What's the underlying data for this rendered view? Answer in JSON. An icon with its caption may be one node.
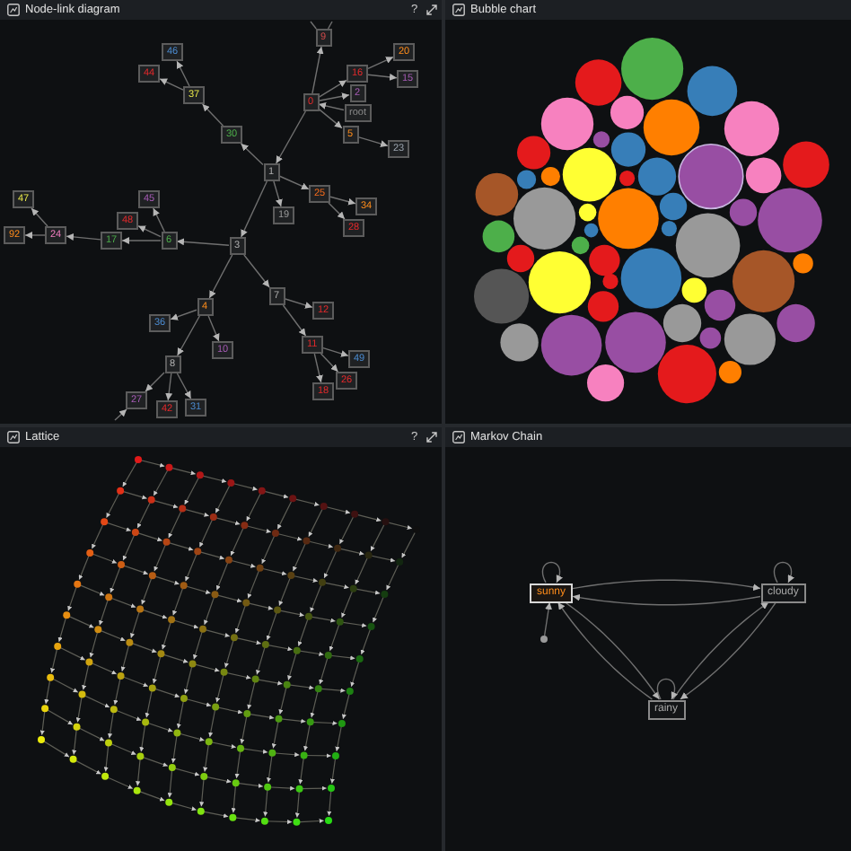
{
  "diagram": {
    "nodes": [
      {
        "text": [
          "Node-link diagram"
        ]
      },
      {
        "text": [
          "9"
        ],
        "in": 0
      },
      {
        "text": [
          "46"
        ],
        "in": 0
      },
      {
        "text": [
          "20"
        ],
        "in": 0
      },
      {
        "text": [
          "44"
        ],
        "in": 0
      },
      {
        "text": [
          "16"
        ],
        "in": 0
      },
      {
        "text": [
          "15"
        ],
        "in": 0
      },
      {
        "text": [
          "2"
        ],
        "in": 0
      },
      {
        "text": [
          "37"
        ],
        "in": 0
      },
      {
        "text": [
          "0"
        ],
        "in": 0
      },
      {
        "text": [
          "root"
        ],
        "in": 0
      },
      {
        "text": [
          "30"
        ],
        "in": 0
      },
      {
        "text": [
          "5"
        ],
        "in": 0
      },
      {
        "text": [
          "23"
        ],
        "in": 0
      },
      {
        "text": [
          "1"
        ],
        "in": 0
      },
      {
        "text": [
          "25"
        ],
        "in": 0
      },
      {
        "text": [
          "47"
        ],
        "in": 0
      },
      {
        "text": [
          "45"
        ],
        "in": 0
      },
      {
        "text": [
          "34"
        ],
        "in": 0
      },
      {
        "text": [
          "19"
        ],
        "in": 0
      },
      {
        "text": [
          "48"
        ],
        "in": 0
      },
      {
        "text": [
          "28"
        ],
        "in": 0
      },
      {
        "text": [
          "92"
        ],
        "in": 0
      },
      {
        "text": [
          "24"
        ],
        "in": 0
      },
      {
        "text": [
          "17"
        ],
        "in": 0
      },
      {
        "text": [
          "6"
        ],
        "in": 0
      },
      {
        "text": [
          "3"
        ],
        "in": 0
      },
      {
        "text": [
          "7"
        ],
        "in": 0
      },
      {
        "text": [
          "4"
        ],
        "in": 0
      },
      {
        "text": [
          "12"
        ],
        "in": 0
      },
      {
        "text": [
          "36"
        ],
        "in": 0
      },
      {
        "text": [
          "11"
        ],
        "in": 0
      },
      {
        "text": [
          "10"
        ],
        "in": 0
      },
      {
        "text": [
          "49"
        ],
        "in": 0
      },
      {
        "text": [
          "8"
        ],
        "in": 0
      },
      {
        "text": [
          "26"
        ],
        "in": 0
      },
      {
        "text": [
          "18"
        ],
        "in": 0
      },
      {
        "text": [
          "27"
        ],
        "in": 0
      },
      {
        "text": [
          "31"
        ],
        "in": 0
      },
      {
        "text": [
          "42"
        ],
        "in": 0
      },
      {
        "text": [
          "Bubble chart"
        ]
      },
      {
        "text": [
          "Lattice"
        ]
      },
      {
        "text": [
          "Markov Chain"
        ]
      },
      {
        "text": [
          "sunny"
        ],
        "in": 42
      },
      {
        "text": [
          "cloudy"
        ],
        "in": 42
      },
      {
        "text": [
          "rainy"
        ],
        "in": 42
      },
      {
        "text": [],
        "shape": "circle",
        "in": 42
      }
    ],
    "edges": [
      {
        "from": 10,
        "to": 9,
        "arrow": "to"
      },
      {
        "from": 9,
        "to": 1,
        "arrow": "to"
      },
      {
        "from": 9,
        "to": 5,
        "arrow": "to"
      },
      {
        "from": 9,
        "to": 7,
        "arrow": "to"
      },
      {
        "from": 9,
        "to": 12,
        "arrow": "to"
      },
      {
        "from": 9,
        "to": 14,
        "arrow": "to"
      },
      {
        "from": 5,
        "to": 3,
        "arrow": "to"
      },
      {
        "from": 5,
        "to": 6,
        "arrow": "to"
      },
      {
        "from": 12,
        "to": 13,
        "arrow": "to"
      },
      {
        "from": 14,
        "to": 11,
        "arrow": "to"
      },
      {
        "from": 14,
        "to": 26,
        "arrow": "to"
      },
      {
        "from": 14,
        "to": 19,
        "arrow": "to"
      },
      {
        "from": 14,
        "to": 15,
        "arrow": "to"
      },
      {
        "from": 11,
        "to": 8,
        "arrow": "to"
      },
      {
        "from": 8,
        "to": 4,
        "arrow": "to"
      },
      {
        "from": 8,
        "to": 2,
        "arrow": "to"
      },
      {
        "from": 15,
        "to": 18,
        "arrow": "to"
      },
      {
        "from": 15,
        "to": 21,
        "arrow": "to"
      },
      {
        "from": 26,
        "to": 25,
        "arrow": "to"
      },
      {
        "from": 26,
        "to": 28,
        "arrow": "to"
      },
      {
        "from": 26,
        "to": 27,
        "arrow": "to"
      },
      {
        "from": 25,
        "to": 24,
        "arrow": "to"
      },
      {
        "from": 25,
        "to": 20,
        "arrow": "to"
      },
      {
        "from": 25,
        "to": 17,
        "arrow": "to"
      },
      {
        "from": 24,
        "to": 23,
        "arrow": "to"
      },
      {
        "from": 23,
        "to": 22,
        "arrow": "to"
      },
      {
        "from": 23,
        "to": 16,
        "arrow": "to"
      },
      {
        "from": 28,
        "to": 30,
        "arrow": "to"
      },
      {
        "from": 28,
        "to": 32,
        "arrow": "to"
      },
      {
        "from": 28,
        "to": 34,
        "arrow": "to"
      },
      {
        "from": 34,
        "to": 37,
        "arrow": "to"
      },
      {
        "from": 34,
        "to": 39,
        "arrow": "to"
      },
      {
        "from": 34,
        "to": 38,
        "arrow": "to"
      },
      {
        "from": 27,
        "to": 29,
        "arrow": "to"
      },
      {
        "from": 27,
        "to": 31,
        "arrow": "to"
      },
      {
        "from": 31,
        "to": 33,
        "arrow": "to"
      },
      {
        "from": 31,
        "to": 35,
        "arrow": "to"
      },
      {
        "from": 31,
        "to": 36,
        "arrow": "to"
      },
      {
        "from": 1,
        "to": null,
        "arrow": "none"
      },
      {
        "from": 1,
        "to": null,
        "arrow": "none"
      },
      {
        "from": null,
        "to": 37,
        "arrow": "to"
      },
      {
        "from": 43,
        "to": 44,
        "arrow": "to"
      },
      {
        "from": 44,
        "to": 43,
        "arrow": "to"
      },
      {
        "from": 43,
        "to": 45,
        "arrow": "to"
      },
      {
        "from": 45,
        "to": 43,
        "arrow": "to"
      },
      {
        "from": 44,
        "to": 45,
        "arrow": "to"
      },
      {
        "from": 45,
        "to": 44,
        "arrow": "to"
      },
      {
        "from": 43,
        "to": 43,
        "arrow": "to"
      },
      {
        "from": 44,
        "to": 44,
        "arrow": "to"
      },
      {
        "from": 45,
        "to": 45,
        "arrow": "to"
      },
      {
        "from": 46,
        "to": 43,
        "arrow": "to"
      }
    ],
    "labels": [
      "?",
      "?"
    ]
  }
}
